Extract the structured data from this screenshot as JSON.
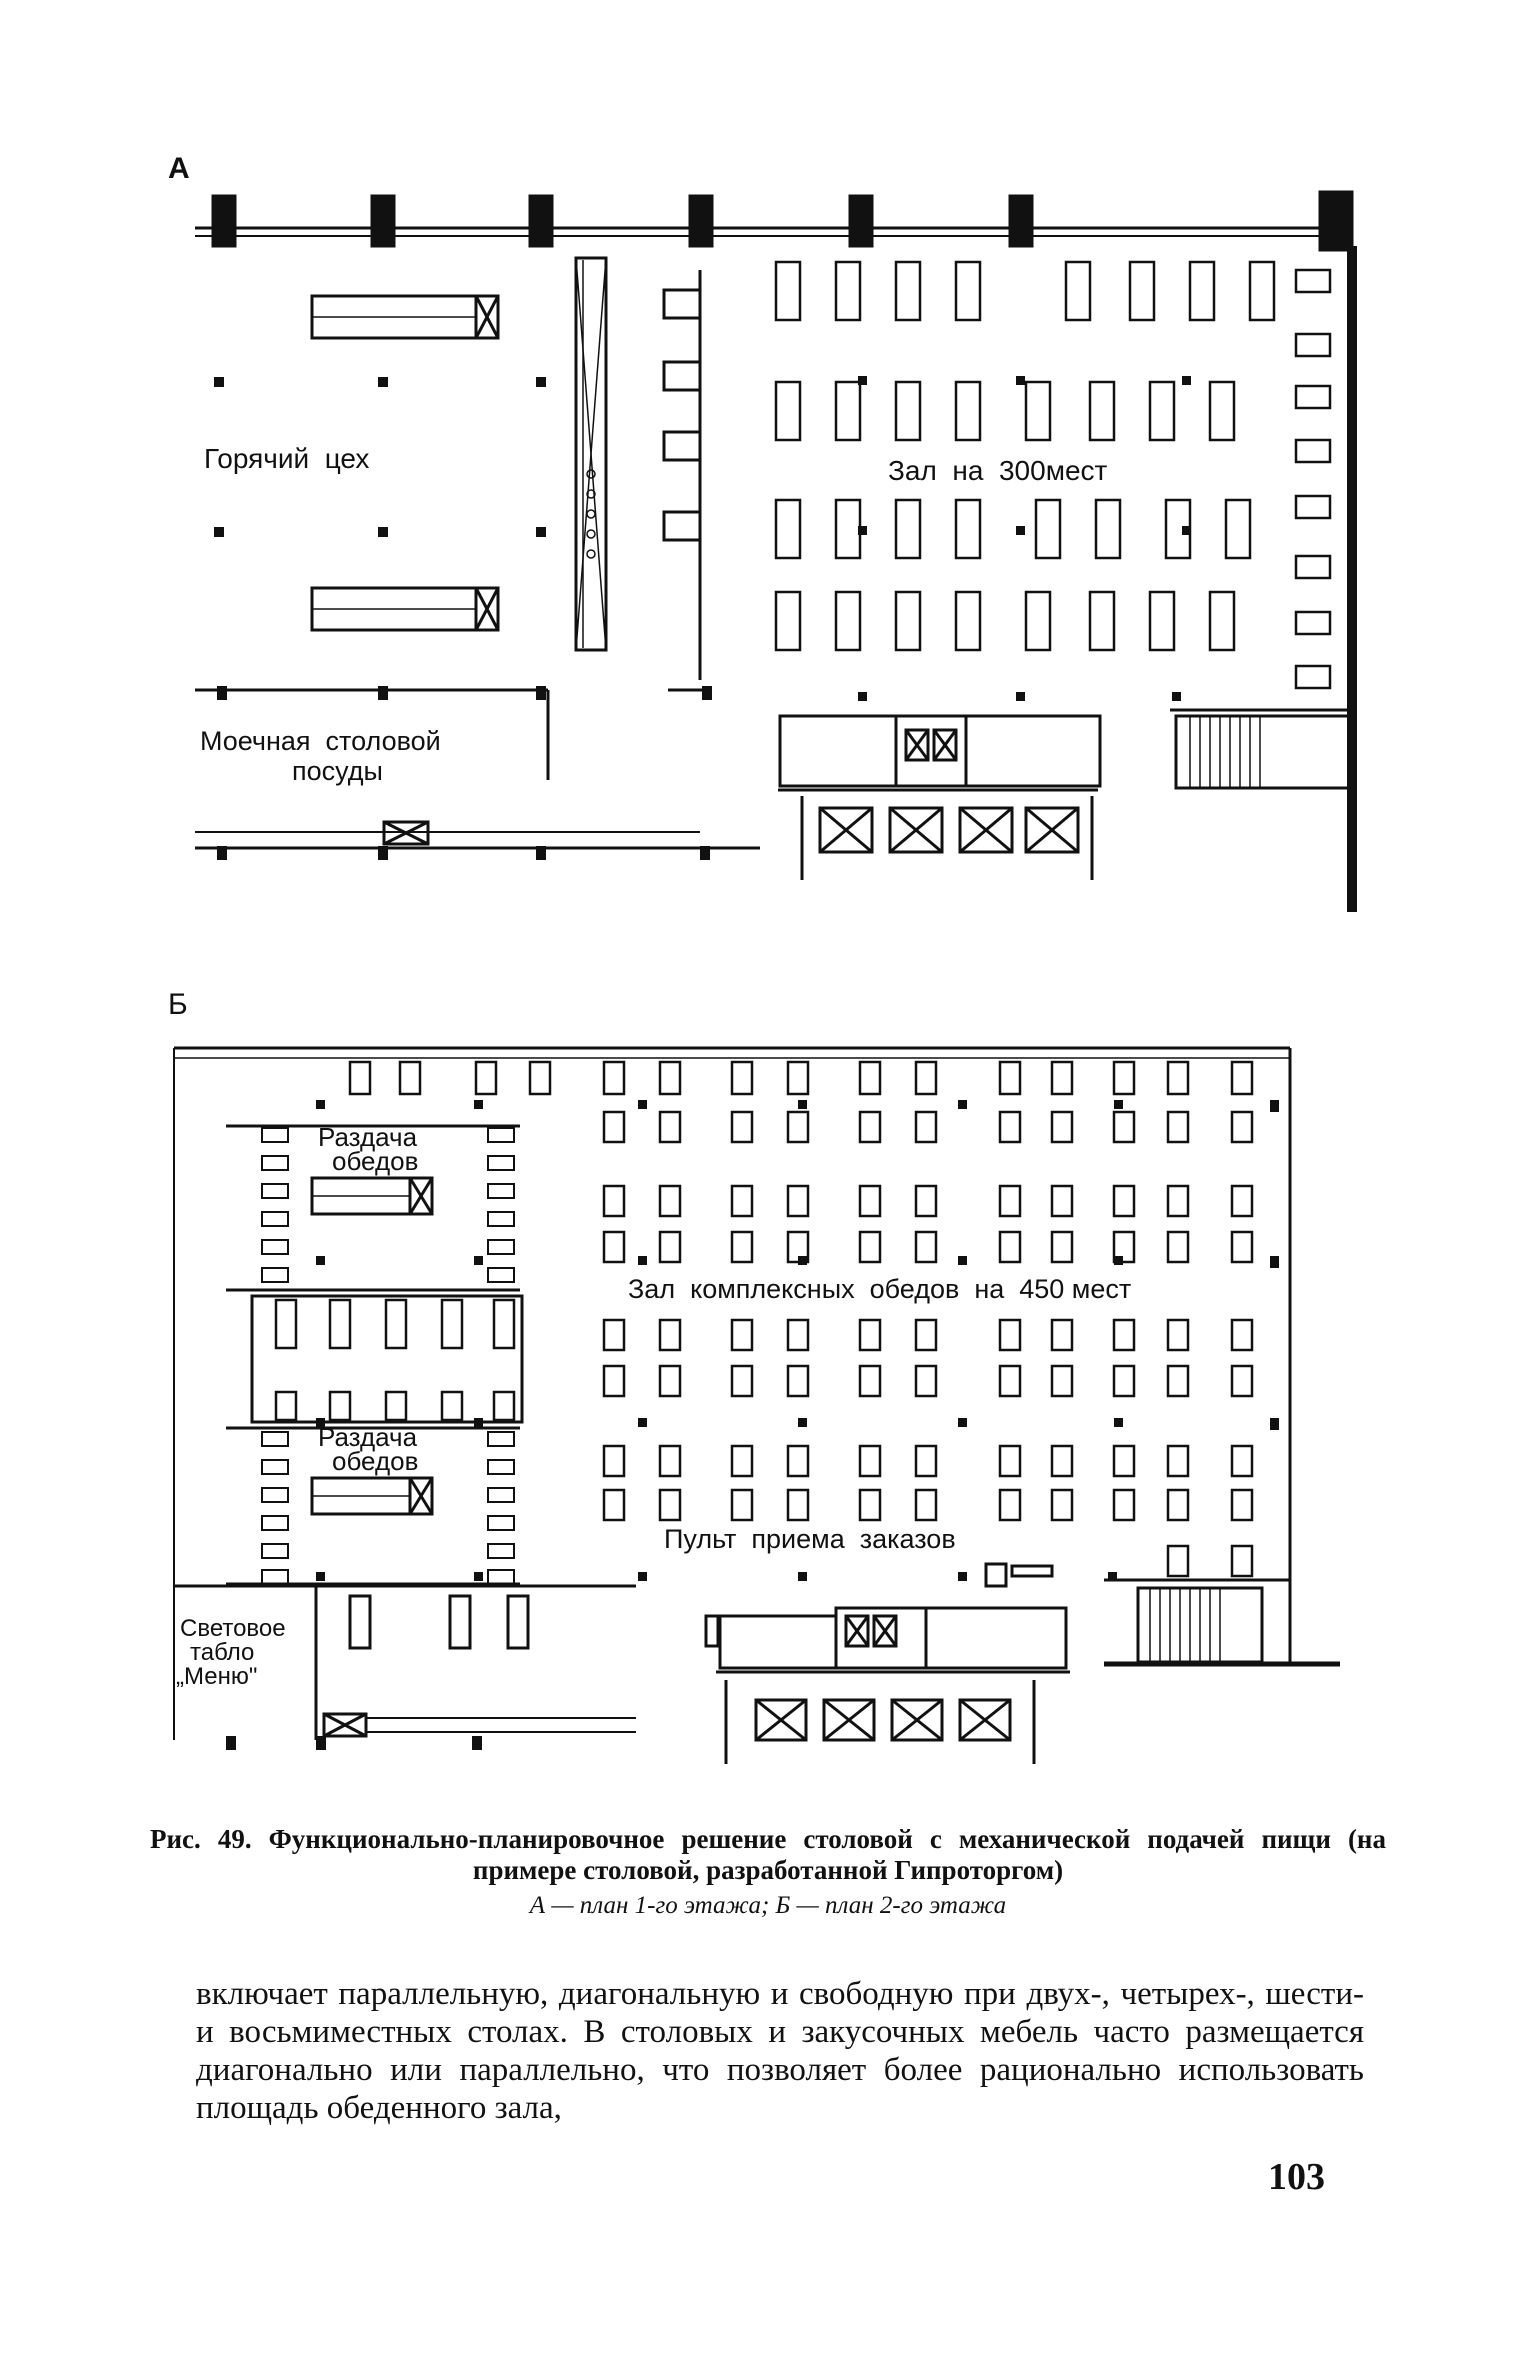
{
  "figure": {
    "plan_a": {
      "marker": "А",
      "rooms": {
        "hot_shop": "Горячий  цех",
        "hall": "Зал  на  300мест",
        "dishwashing_line1": "Моечная  столовой",
        "dishwashing_line2": "посуды"
      }
    },
    "plan_b": {
      "marker": "Б",
      "rooms": {
        "serving_1_line1": "Раздача",
        "serving_1_line2": "обедов",
        "serving_2_line1": "Раздача",
        "serving_2_line2": "обедов",
        "hall": "Зал  комплексных  обедов  на  450 мест",
        "order_desk": "Пульт  приема  заказов",
        "menu_board_line1": "Световое",
        "menu_board_line2": "табло",
        "menu_board_line3": "„Меню\""
      }
    }
  },
  "caption": {
    "title": "Рис. 49. Функционально-планировочное решение столовой с механической подачей пищи (на примере столовой, разработанной Гипроторгом)",
    "subtitle": "А — план 1-го этажа; Б — план 2-го этажа"
  },
  "body": {
    "paragraph": "включает параллельную, диагональную и свободную при двух-, четырех-, шести- и восьмиместных столах. В столовых и закусочных мебель часто размещается диагонально или параллельно, что позволяет более рационально использовать площадь обеденного зала,"
  },
  "page_number": "103"
}
